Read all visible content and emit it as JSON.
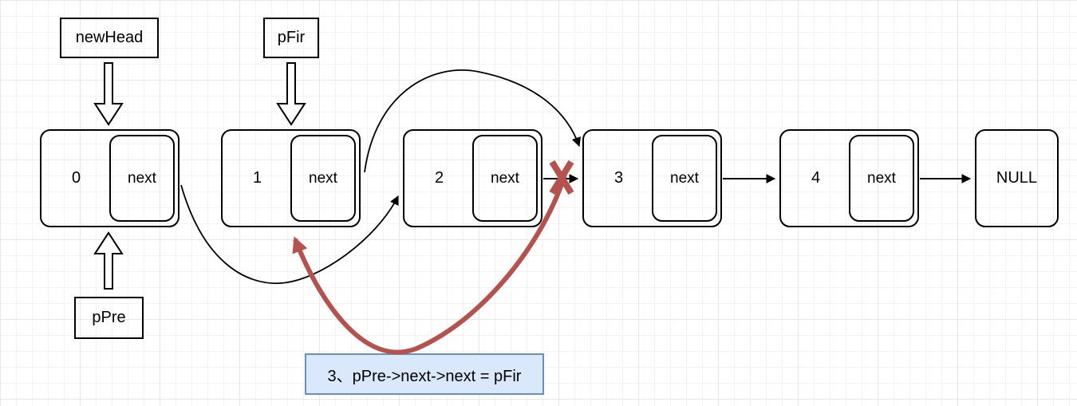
{
  "diagram": {
    "title": "linked-list-reversal-step",
    "labels": {
      "new_head": "newHead",
      "p_fir": "pFir",
      "p_pre": "pPre"
    },
    "nodes": [
      {
        "value": "0",
        "next_label": "next"
      },
      {
        "value": "1",
        "next_label": "next"
      },
      {
        "value": "2",
        "next_label": "next"
      },
      {
        "value": "3",
        "next_label": "next"
      },
      {
        "value": "4",
        "next_label": "next"
      }
    ],
    "null_label": "NULL",
    "annotation": {
      "text": "3、pPre->next->next = pFir"
    },
    "colors": {
      "stroke": "#000000",
      "highlight_red": "#b5524e",
      "annotation_fill": "#dae8fc",
      "annotation_border": "#6c8ebf"
    }
  }
}
